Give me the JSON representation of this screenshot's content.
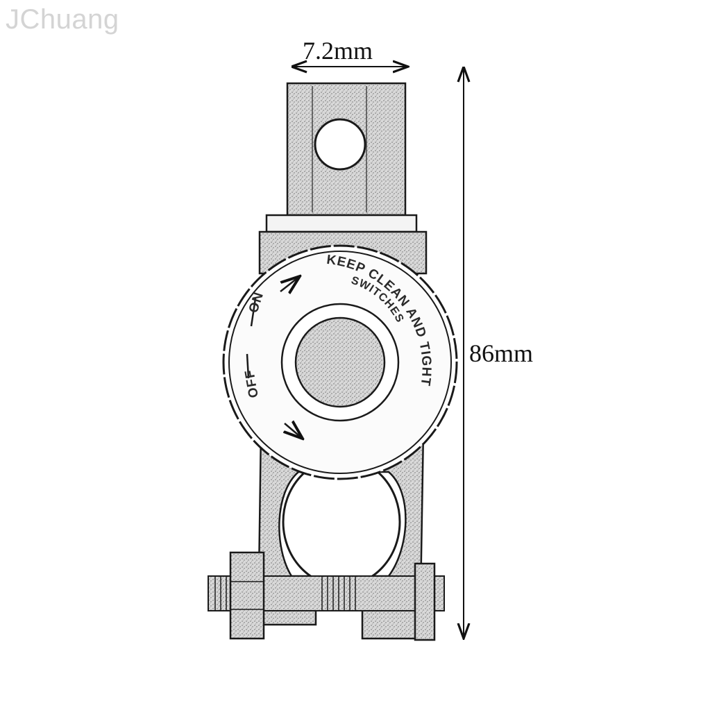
{
  "watermark": "JChuang",
  "dimensions": {
    "width_label": "7.2mm",
    "height_label": "86mm"
  },
  "knob": {
    "text_on": "ON",
    "text_off": "OFF",
    "text_switches": "SWITCHES",
    "text_keep_clean": "KEEP CLEAN AND TIGHT"
  },
  "colors": {
    "line": "#1a1a1a",
    "fill_speckle": "#cfcfcf"
  }
}
